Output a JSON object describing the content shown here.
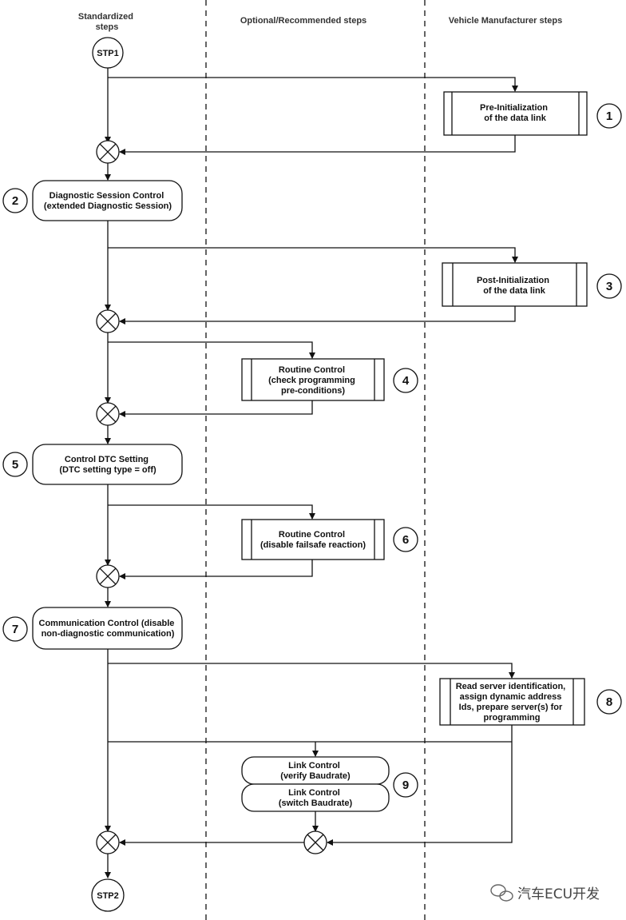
{
  "columns": {
    "standardized": [
      "Standardized",
      "steps"
    ],
    "optional": "Optional/Recommended steps",
    "manufacturer": "Vehicle Manufacturer steps"
  },
  "terminals": {
    "start": "STP1",
    "end": "STP2"
  },
  "steps": {
    "pre_init": {
      "number": "1",
      "lines": [
        "Pre-Initialization",
        "of the data link"
      ]
    },
    "session_control": {
      "number": "2",
      "lines": [
        "Diagnostic Session Control",
        "(extended Diagnostic Session)"
      ]
    },
    "post_init": {
      "number": "3",
      "lines": [
        "Post-Initialization",
        "of the data link"
      ]
    },
    "routine_check": {
      "number": "4",
      "lines": [
        "Routine Control",
        "(check programming",
        "pre-conditions)"
      ]
    },
    "dtc_setting": {
      "number": "5",
      "lines": [
        "Control DTC Setting",
        "(DTC setting type = off)"
      ]
    },
    "routine_failsafe": {
      "number": "6",
      "lines": [
        "Routine Control",
        "(disable failsafe reaction)"
      ]
    },
    "comm_control": {
      "number": "7",
      "lines": [
        "Communication Control (disable",
        "non-diagnostic communication)"
      ]
    },
    "read_server": {
      "number": "8",
      "lines": [
        "Read server identification,",
        "assign dynamic address",
        "Ids, prepare server(s) for",
        "programming"
      ]
    },
    "link_control": {
      "number": "9",
      "verify_lines": [
        "Link Control",
        "(verify Baudrate)"
      ],
      "switch_lines": [
        "Link Control",
        "(switch Baudrate)"
      ]
    }
  },
  "watermark": "汽车ECU开发"
}
